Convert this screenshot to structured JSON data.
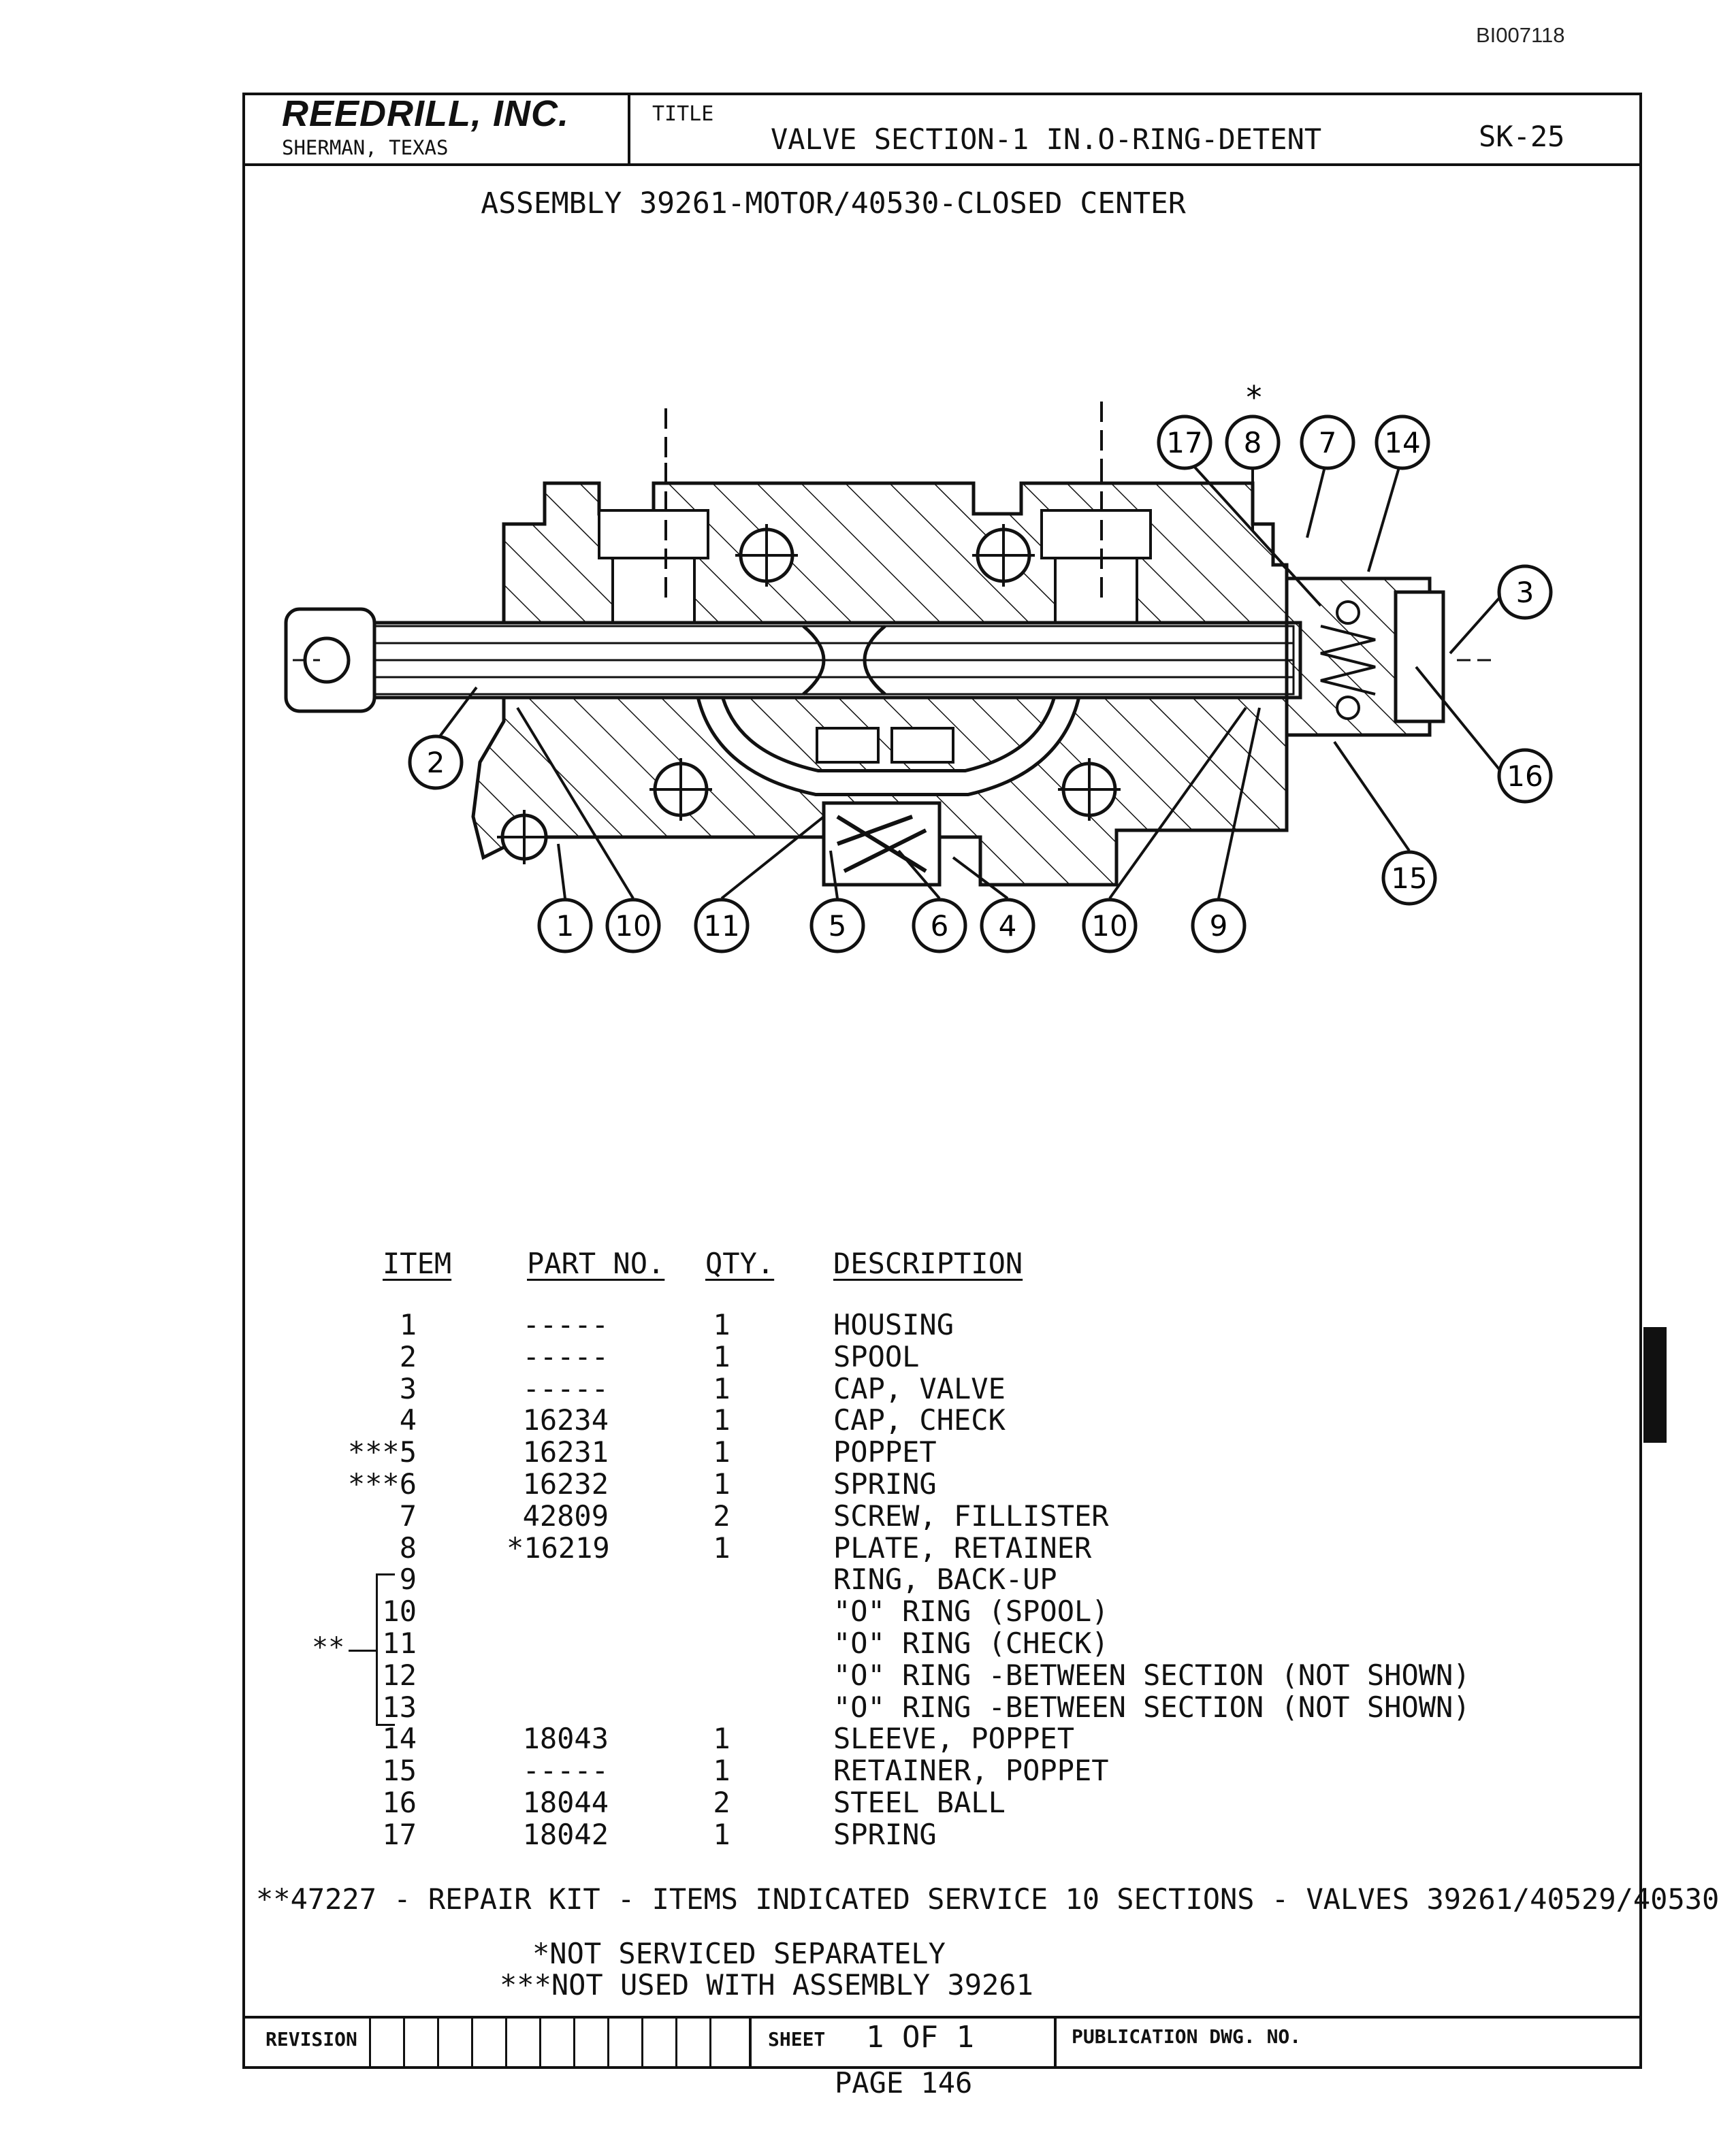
{
  "doc_id": "BI007118",
  "title_block": {
    "company": "REEDRILL, INC.",
    "location": "SHERMAN, TEXAS",
    "title_label": "TITLE",
    "title": "VALVE SECTION-1 IN.O-RING-DETENT",
    "drawing_number": "SK-25"
  },
  "assembly": "ASSEMBLY 39261-MOTOR/40530-CLOSED CENTER",
  "callouts": [
    "1",
    "2",
    "3",
    "4",
    "5",
    "6",
    "7",
    "8",
    "9",
    "10",
    "11",
    "14",
    "15",
    "16",
    "17"
  ],
  "callout_star": "*",
  "parts_table": {
    "headers": {
      "item": "ITEM",
      "part": "PART NO.",
      "qty": "QTY.",
      "desc": "DESCRIPTION"
    },
    "rows": [
      {
        "item": "1",
        "part": "-----",
        "qty": "1",
        "desc": "HOUSING"
      },
      {
        "item": "2",
        "part": "-----",
        "qty": "1",
        "desc": "SPOOL"
      },
      {
        "item": "3",
        "part": "-----",
        "qty": "1",
        "desc": "CAP, VALVE"
      },
      {
        "item": "4",
        "part": "16234",
        "qty": "1",
        "desc": "CAP, CHECK"
      },
      {
        "item": "***5",
        "part": "16231",
        "qty": "1",
        "desc": "POPPET"
      },
      {
        "item": "***6",
        "part": "16232",
        "qty": "1",
        "desc": "SPRING"
      },
      {
        "item": "7",
        "part": "42809",
        "qty": "2",
        "desc": "SCREW, FILLISTER"
      },
      {
        "item": "8",
        "part": "*16219",
        "qty": "1",
        "desc": "PLATE, RETAINER"
      },
      {
        "item": "9",
        "part": "",
        "qty": "",
        "desc": "RING, BACK-UP"
      },
      {
        "item": "10",
        "part": "",
        "qty": "",
        "desc": "\"O\" RING (SPOOL)"
      },
      {
        "item": "11",
        "part": "",
        "qty": "",
        "desc": "\"O\" RING (CHECK)"
      },
      {
        "item": "12",
        "part": "",
        "qty": "",
        "desc": "\"O\" RING -BETWEEN SECTION (NOT SHOWN)"
      },
      {
        "item": "13",
        "part": "",
        "qty": "",
        "desc": "\"O\" RING -BETWEEN SECTION (NOT SHOWN)"
      },
      {
        "item": "14",
        "part": "18043",
        "qty": "1",
        "desc": "SLEEVE, POPPET"
      },
      {
        "item": "15",
        "part": "-----",
        "qty": "1",
        "desc": "RETAINER, POPPET"
      },
      {
        "item": "16",
        "part": "18044",
        "qty": "2",
        "desc": "STEEL BALL"
      },
      {
        "item": "17",
        "part": "18042",
        "qty": "1",
        "desc": "SPRING"
      }
    ],
    "bracket_mark": "**"
  },
  "notes": {
    "repair_kit": "**47227 - REPAIR KIT - ITEMS INDICATED SERVICE 10 SECTIONS - VALVES 39261/40529/40530",
    "not_serviced": "*NOT SERVICED SEPARATELY",
    "not_used": "***NOT USED WITH ASSEMBLY 39261"
  },
  "footer": {
    "revision_label": "REVISION",
    "sheet_label": "SHEET",
    "sheet_value": "1 OF 1",
    "publication_label": "PUBLICATION DWG. NO.",
    "page": "PAGE 146"
  }
}
